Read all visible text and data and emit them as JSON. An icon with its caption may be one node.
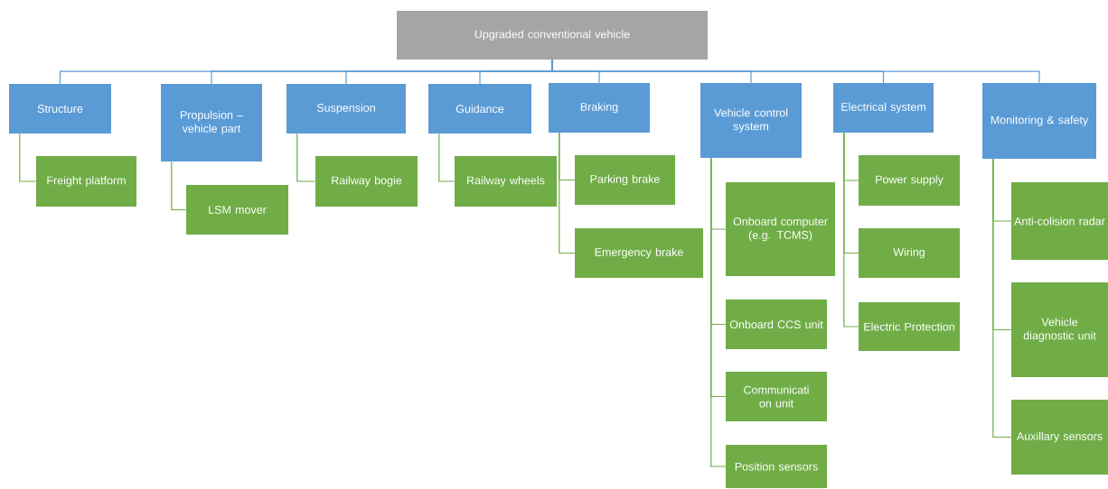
{
  "diagram": {
    "nodes": [
      {
        "text": [
          "Upgraded conventional vehicle"
        ]
      },
      {
        "text": [
          "Structure"
        ]
      },
      {
        "text": [
          "Freight platform"
        ]
      },
      {
        "text": [
          "Propulsion – vehicle part"
        ]
      },
      {
        "text": [
          "LSM mover"
        ]
      },
      {
        "text": [
          "Suspension"
        ]
      },
      {
        "text": [
          "Railway bogie"
        ]
      },
      {
        "text": [
          "Guidance"
        ]
      },
      {
        "text": [
          "Railway wheels"
        ]
      },
      {
        "text": [
          "Braking"
        ]
      },
      {
        "text": [
          "Parking brake"
        ]
      },
      {
        "text": [
          "Emergency brake"
        ]
      },
      {
        "text": [
          "Vehicle control system"
        ]
      },
      {
        "text": [
          "Onboard computer (e.g. TCMS)"
        ]
      },
      {
        "text": [
          "Onboard CCS unit"
        ]
      },
      {
        "text": [
          "Communicati on unit"
        ]
      },
      {
        "text": [
          "Position sensors"
        ]
      },
      {
        "text": [
          "Electrical system"
        ]
      },
      {
        "text": [
          "Power supply"
        ]
      },
      {
        "text": [
          "Wiring"
        ]
      },
      {
        "text": [
          "Electric Protection"
        ]
      },
      {
        "text": [
          "Monitoring & safety"
        ]
      },
      {
        "text": [
          "Anti-colision radar"
        ]
      },
      {
        "text": [
          "Vehicle diagnostic unit"
        ]
      },
      {
        "text": [
          "Auxillary sensors"
        ]
      }
    ],
    "edges": [
      {
        "from": 0,
        "to": 1,
        "arrow": "none",
        "color": "#5b9bd5"
      },
      {
        "from": 0,
        "to": 3,
        "arrow": "none",
        "color": "#5b9bd5"
      },
      {
        "from": 0,
        "to": 5,
        "arrow": "none",
        "color": "#5b9bd5"
      },
      {
        "from": 0,
        "to": 7,
        "arrow": "none",
        "color": "#5b9bd5"
      },
      {
        "from": 0,
        "to": 9,
        "arrow": "none",
        "color": "#5b9bd5"
      },
      {
        "from": 0,
        "to": 12,
        "arrow": "none",
        "color": "#5b9bd5"
      },
      {
        "from": 0,
        "to": 17,
        "arrow": "none",
        "color": "#5b9bd5"
      },
      {
        "from": 0,
        "to": 21,
        "arrow": "none",
        "color": "#5b9bd5"
      },
      {
        "from": 1,
        "to": 2,
        "arrow": "none"
      },
      {
        "from": 3,
        "to": 4,
        "arrow": "none"
      },
      {
        "from": 5,
        "to": 6,
        "arrow": "none"
      },
      {
        "from": 7,
        "to": 8,
        "arrow": "none"
      },
      {
        "from": 9,
        "to": 10,
        "arrow": "none"
      },
      {
        "from": 9,
        "to": 11,
        "arrow": "none"
      },
      {
        "from": 12,
        "to": 13,
        "arrow": "none"
      },
      {
        "from": 12,
        "to": 14,
        "arrow": "none"
      },
      {
        "from": 12,
        "to": 15,
        "arrow": "none"
      },
      {
        "from": 12,
        "to": 16,
        "arrow": "none"
      },
      {
        "from": 17,
        "to": 18,
        "arrow": "none"
      },
      {
        "from": 17,
        "to": 19,
        "arrow": "none"
      },
      {
        "from": 17,
        "to": 20,
        "arrow": "none"
      },
      {
        "from": 21,
        "to": 22,
        "arrow": "none"
      },
      {
        "from": 21,
        "to": 23,
        "arrow": "none"
      },
      {
        "from": 21,
        "to": 24,
        "arrow": "none"
      }
    ]
  }
}
